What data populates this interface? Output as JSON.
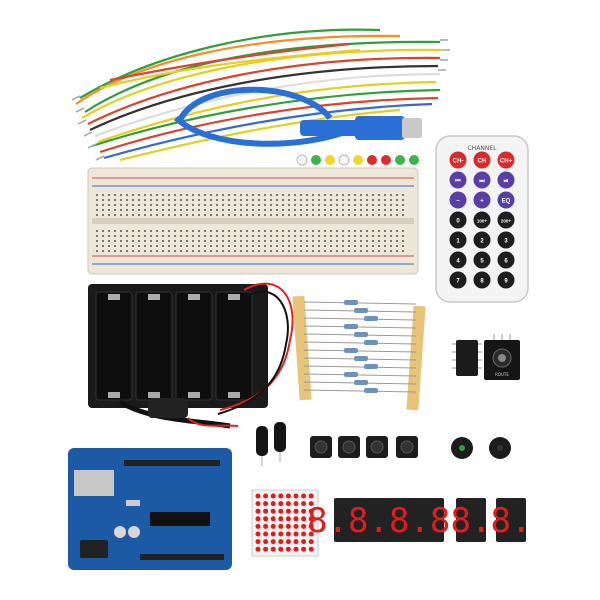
{
  "remote": {
    "top_label": "CHANNEL",
    "buttons": [
      "CH-",
      "CH",
      "CH+",
      "⏮",
      "⏭",
      "⏯",
      "−",
      "+",
      "EQ",
      "0",
      "100+",
      "200+",
      "1",
      "2",
      "3",
      "4",
      "5",
      "6",
      "7",
      "8",
      "9"
    ]
  },
  "rotary_module": {
    "label": "ROUTE"
  },
  "seg_display_4": {
    "digits": "8.8.8.8."
  },
  "seg_display_1a": {
    "digit": "8."
  },
  "seg_display_1b": {
    "digit": "8."
  },
  "colors": {
    "arduino_board": "#1c5aa6",
    "breadboard": "#ece7d8",
    "remote_red": "#d92b2b",
    "remote_blue": "#5a3ea8",
    "remote_dark": "#1e1e1e",
    "seven_seg_red": "#e21b1b"
  }
}
